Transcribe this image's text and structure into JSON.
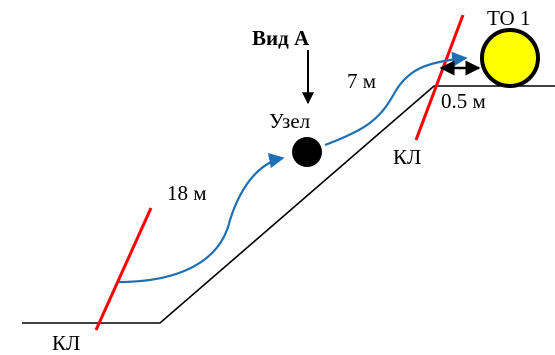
{
  "labels": {
    "view": "Вид А",
    "node": "Узел",
    "lower_distance": "18 м",
    "upper_distance": "7 м",
    "offset": "0.5 м",
    "target": "ТО 1",
    "cable_line_bottom": "КЛ",
    "cable_line_top": "КЛ"
  },
  "colors": {
    "ground": "#000000",
    "cable_line": "#ff0000",
    "route_arrow": "#1f6fb5",
    "node": "#000000",
    "target_fill": "#ffff00",
    "target_stroke": "#000000"
  },
  "icons": {
    "node": "filled-circle-icon",
    "target": "yellow-circle-icon"
  }
}
